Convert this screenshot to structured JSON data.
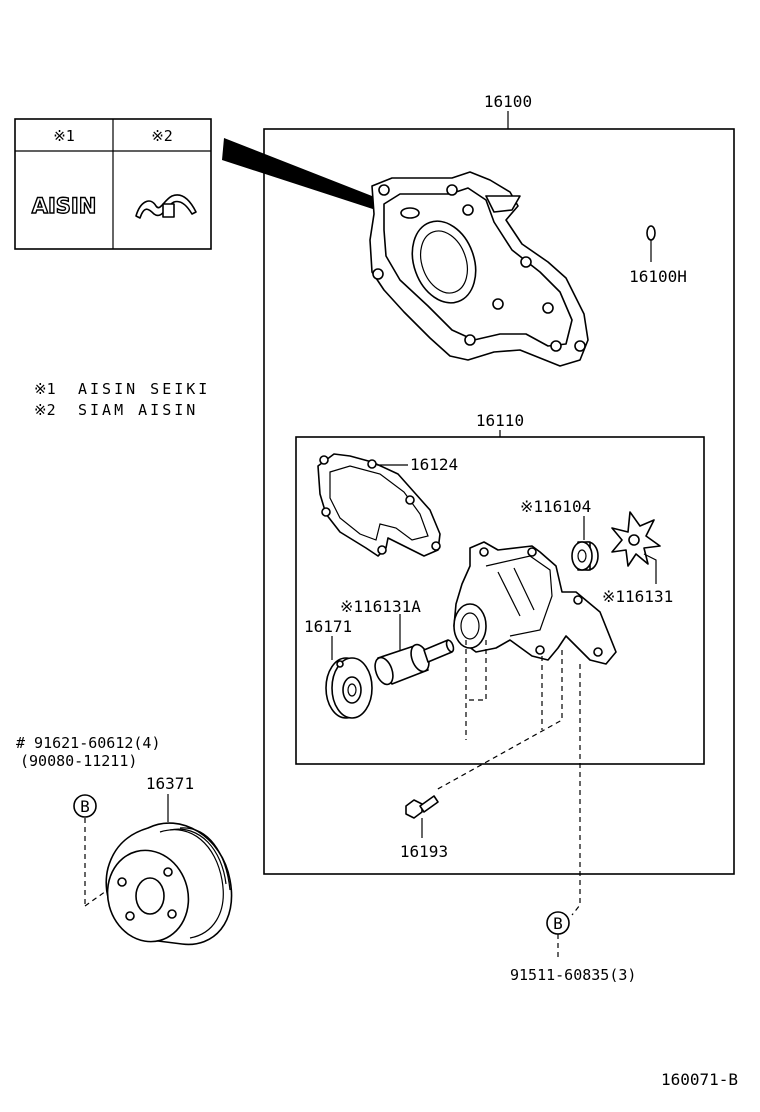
{
  "legend_table": {
    "header_1": "※1",
    "header_2": "※2",
    "logo_1": "AISIN"
  },
  "legend_notes": [
    {
      "mark": "※1",
      "text": "AISIN SEIKI"
    },
    {
      "mark": "※2",
      "text": "SIAM AISIN"
    }
  ],
  "part_numbers": {
    "assembly": "16100",
    "plug": "16100H",
    "sub_assembly": "16110",
    "gasket": "16124",
    "seal": "※116104",
    "rotor": "※116131",
    "shaft_bearing": "※116131A",
    "seat": "16171",
    "bolt": "16193",
    "pulley": "16371"
  },
  "fasteners": {
    "pulley_bolt_1": "# 91621-60612(4)",
    "pulley_bolt_2": "(90080-11211)",
    "stud_bolt": "91511-60835(3)",
    "callout_letter": "B"
  },
  "figure_id": "160071-B"
}
